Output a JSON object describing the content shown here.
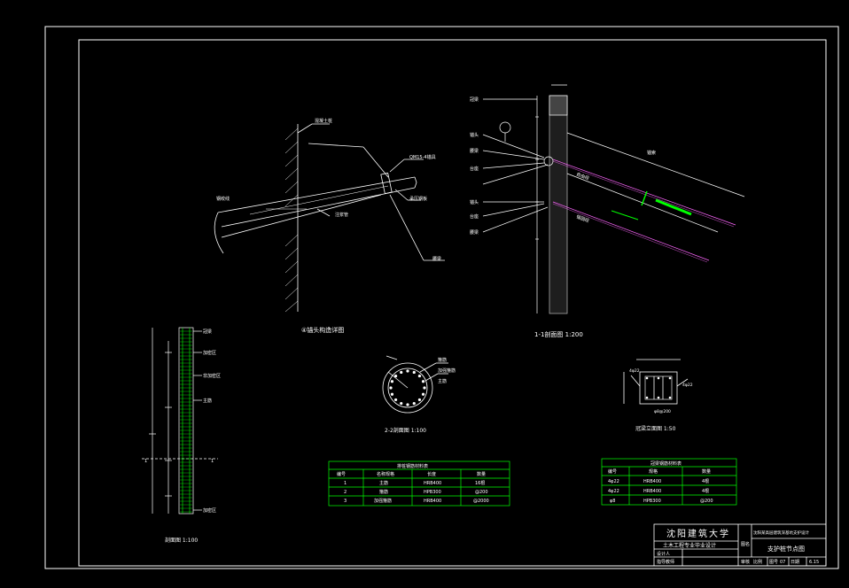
{
  "detail4": {
    "caption": "④锚头构造详图",
    "labels": {
      "pile": "混凝土桩",
      "anchor_head": "QM15-4锚具",
      "steel_strand": "钢绞线",
      "grout_pipe": "注浆管",
      "bearing_plate": "承压钢板",
      "waler": "腰梁"
    }
  },
  "section11": {
    "caption": "1-1剖面图 1:200",
    "labels": [
      "冠梁",
      "锚头",
      "腰梁",
      "台座",
      "锚头",
      "台座",
      "腰梁"
    ],
    "anchor_text": [
      "锚索",
      "自由段",
      "锚固段"
    ]
  },
  "section22": {
    "caption": "2-2剖面图 1:100",
    "labels": [
      "箍筋",
      "加强箍筋",
      "主筋"
    ]
  },
  "waler_section": {
    "caption": "冠梁立面图 1:50",
    "marks": [
      "4φ22",
      "4φ22",
      "φ8@200"
    ]
  },
  "elevation": {
    "caption": "剖面图 1:100",
    "labels": [
      "冠梁",
      "加密区",
      "非加密区",
      "主筋",
      "加密区"
    ],
    "marks": [
      "1",
      "1"
    ]
  },
  "table_pile": {
    "title": "排桩钢筋材料表",
    "headers": [
      "编号",
      "名称规格",
      "长度",
      "数量"
    ],
    "rows": [
      [
        "1",
        "主筋",
        "HRB400",
        "16根"
      ],
      [
        "2",
        "箍筋",
        "HPB300",
        "@200"
      ],
      [
        "3",
        "加强箍筋",
        "HRB400",
        "@2000"
      ]
    ]
  },
  "table_waler": {
    "title": "冠梁钢筋材料表",
    "headers": [
      "编号",
      "规格",
      "数量"
    ],
    "rows": [
      [
        "4φ22",
        "HRB400",
        "4根"
      ],
      [
        "4φ22",
        "HRB400",
        "4根"
      ],
      [
        "φ8",
        "HPB300",
        "@200"
      ]
    ]
  },
  "title_block": {
    "school": "沈阳建筑大学",
    "course": "土木工程专业毕业设计",
    "drawing_name": "支护桩节点图",
    "project": "沈阳某高层建筑深基坑支护设计",
    "designer_label": "设计人",
    "checker_label": "指导教师",
    "reviewer_label": "审核",
    "scale_label": "比例",
    "sheet_label": "图号",
    "sheet_no": "07",
    "date_label": "日期",
    "date": "6.15",
    "drawing_label": "图名"
  },
  "colors": {
    "background": "#000000",
    "line": "#ffffff",
    "green": "#00ff00",
    "magenta": "#ff66ff",
    "hatch": "#bbbbbb"
  }
}
